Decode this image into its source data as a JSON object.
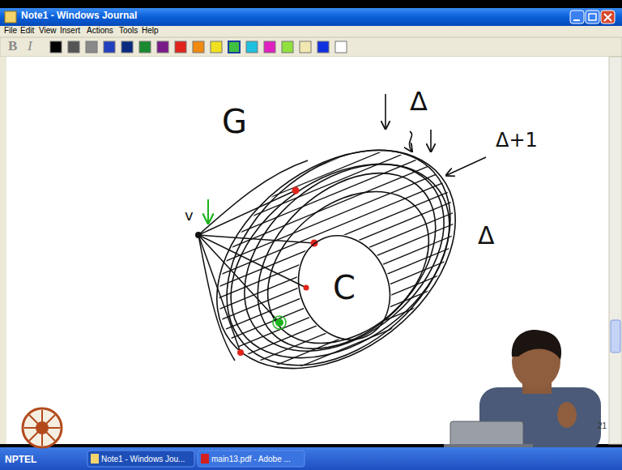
{
  "diagram": {
    "title": "Note1 - Windows Journal",
    "nodes": [
      {
        "text": [
          "C"
        ]
      }
    ],
    "labels": [
      "File",
      "Edit",
      "View",
      "Insert",
      "Actions",
      "Tools",
      "Help",
      "B",
      "I",
      "G",
      "Δ",
      "Δ+1",
      "Δ",
      "v",
      "21",
      "NPTEL",
      "Note1 - Windows Jou...",
      "main13.pdf - Adobe ..."
    ]
  }
}
